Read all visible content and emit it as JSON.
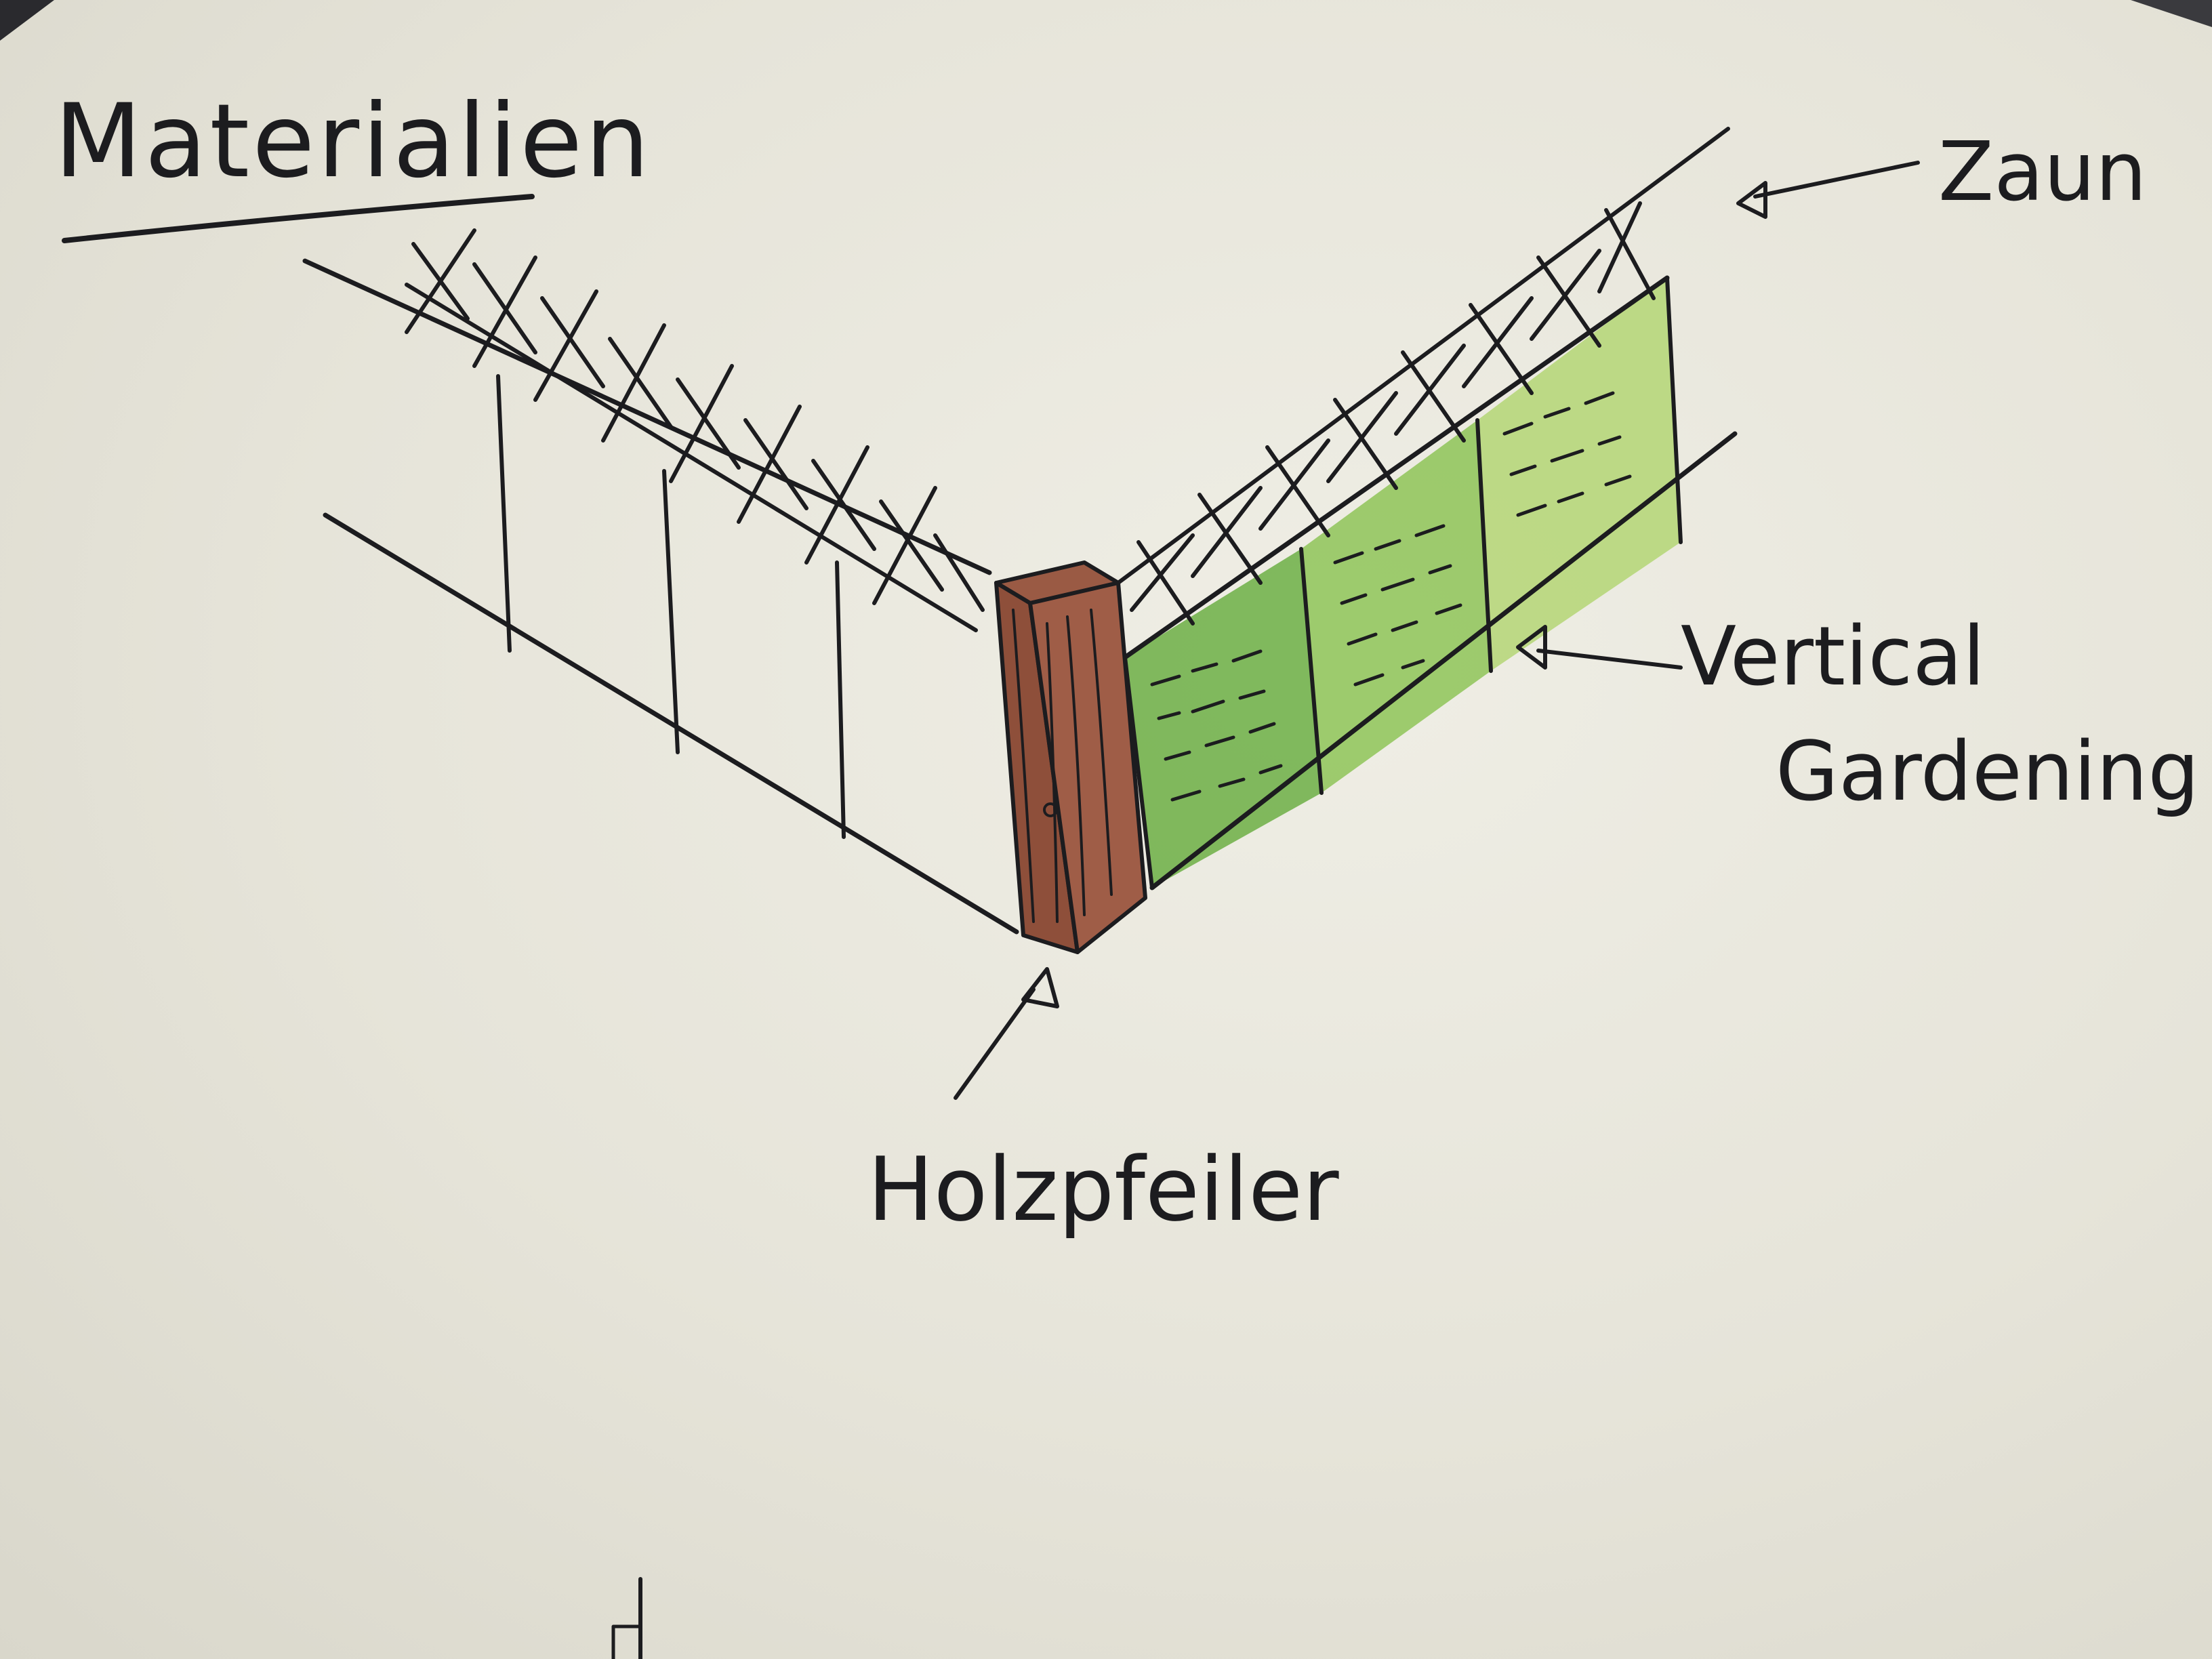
{
  "sketch": {
    "title": "Materialien",
    "labels": {
      "fence": "Zaun",
      "green_wall_line1": "Vertical",
      "green_wall_line2": "Gardening",
      "post": "Holzpfeiler"
    },
    "colors": {
      "paper": "#ecebe2",
      "ink": "#1c1c1f",
      "wood": "#9a5a44",
      "green_dark": "#6fae4a",
      "green_light": "#b6d77a"
    }
  }
}
